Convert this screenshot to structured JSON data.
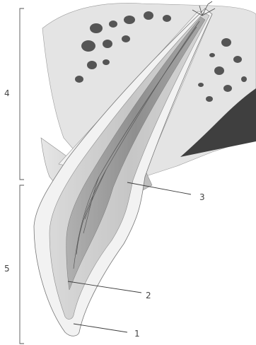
{
  "labels": {
    "enamel": "1",
    "dentin": "2",
    "pulp": "3",
    "root_region": "4",
    "crown_region": "5"
  },
  "colors": {
    "background": "#ffffff",
    "bone": "#e2e2e2",
    "bone_pores": "#555555",
    "dark_cavity": "#3f3f3f",
    "enamel": "#f1f1f1",
    "dentin": "#cfcfcf",
    "pulp": "#9e9e9e",
    "gum": "#c9c9c9",
    "line": "#3c3c3c"
  }
}
